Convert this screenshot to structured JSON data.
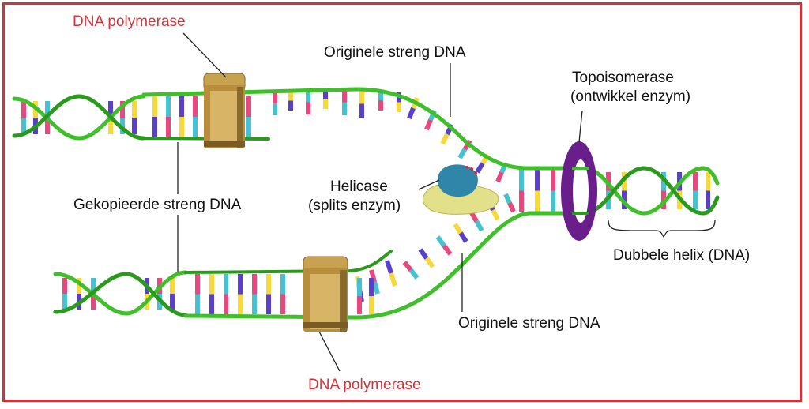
{
  "labels": {
    "polymerase_top": "DNA polymerase",
    "polymerase_bottom": "DNA polymerase",
    "original_top": "Originele streng DNA",
    "original_bottom": "Originele streng DNA",
    "topoisomerase_line1": "Topoisomerase",
    "topoisomerase_line2": "(ontwikkel enzym)",
    "helicase_line1": "Helicase",
    "helicase_line2": "(splits enzym)",
    "copied": "Gekopieerde streng DNA",
    "double_helix": "Dubbele helix (DNA)"
  },
  "colors": {
    "backbone": "#3fbf2a",
    "backbone_dark": "#1f7a14",
    "base_pink": "#e8487e",
    "base_yellow": "#f7d93a",
    "base_cyan": "#45c1d2",
    "base_blue": "#5a3fcc",
    "polymerase": "#c9a250",
    "topoisomerase": "#6a1e8c",
    "helicase_blue": "#2f86a8",
    "helicase_yellow": "#e3e08a",
    "accent_red": "#d0343a"
  },
  "icons": {
    "polymerase": "polymerase-clamp-icon",
    "topoisomerase": "topoisomerase-ring-icon",
    "helicase": "helicase-enzyme-icon"
  }
}
